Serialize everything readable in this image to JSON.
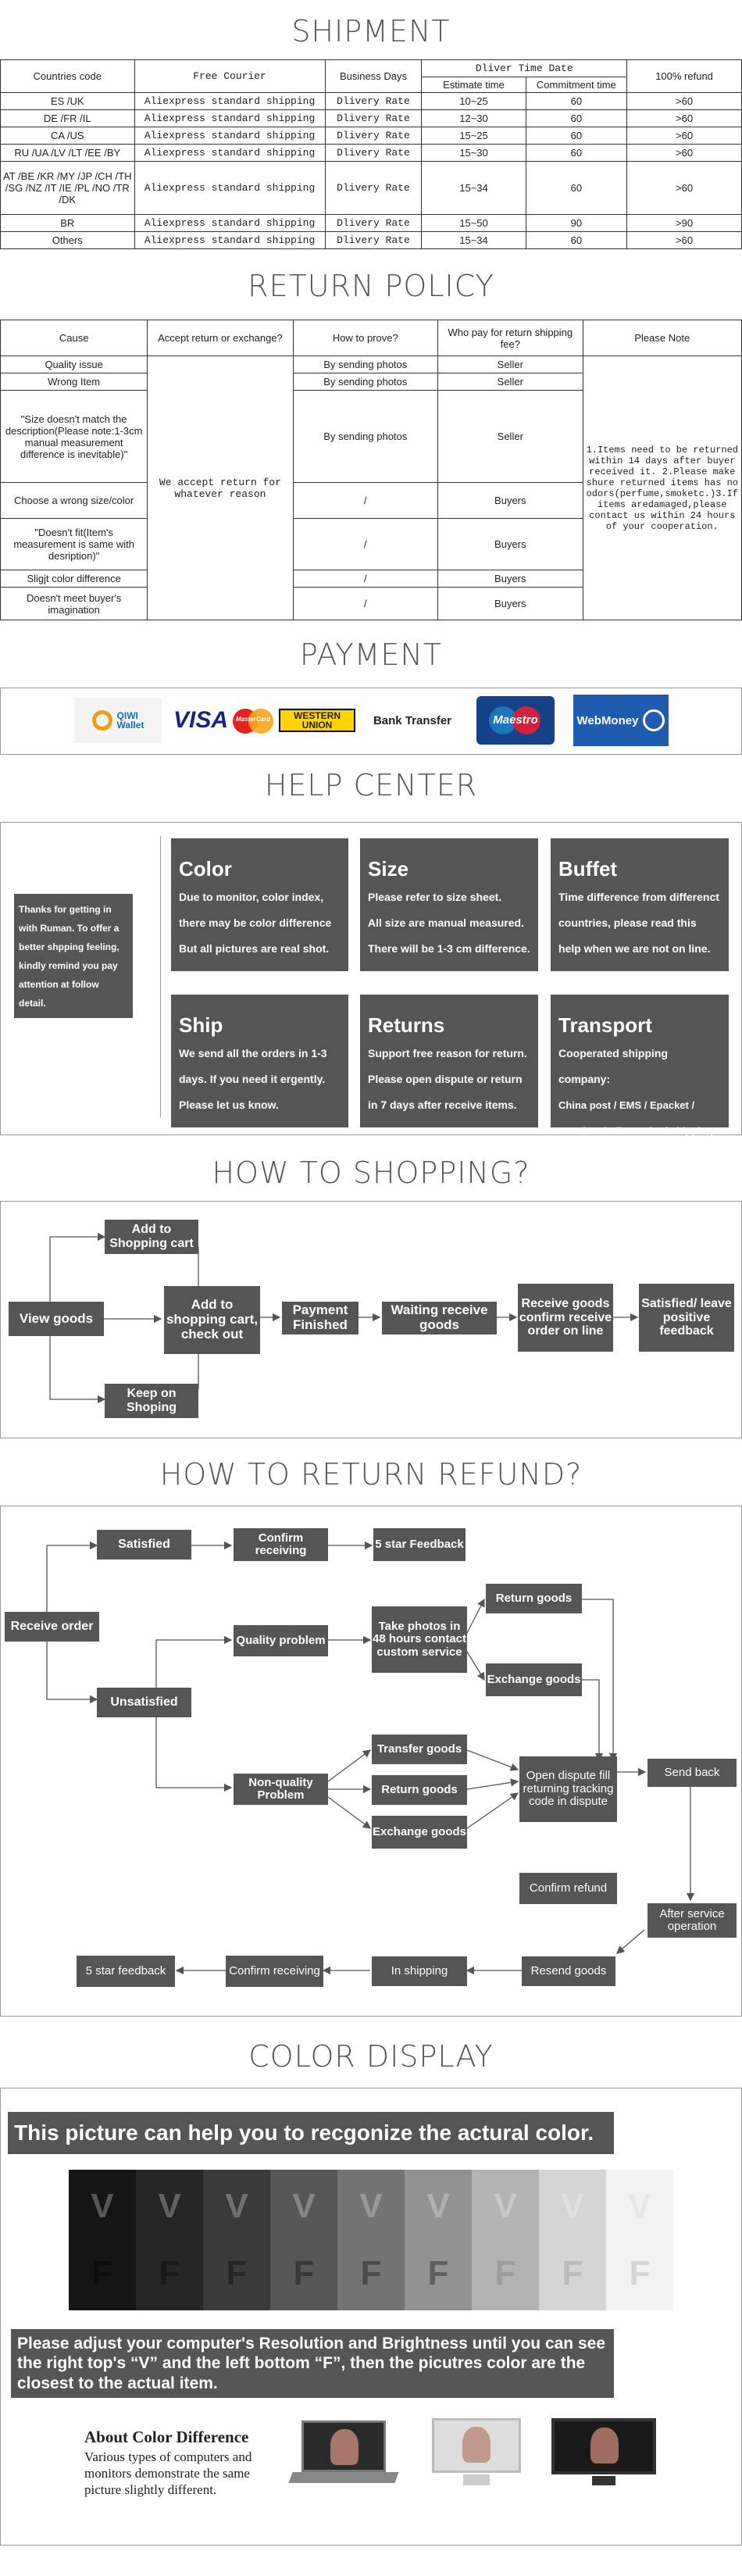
{
  "shipment": {
    "title": "SHIPMENT",
    "headers": {
      "countries": "Countries code",
      "courier": "Free Courier",
      "business": "Business Days",
      "delivery": "Dliver Time Date",
      "estimate": "Estimate time",
      "commitment": "Commitment time",
      "refund": "100% refund"
    },
    "rows": [
      {
        "country": "ES /UK",
        "courier": "Aliexpress standard shipping",
        "days": "Dlivery Rate",
        "est": "10~25",
        "com": "60",
        "ref": ">60"
      },
      {
        "country": "DE /FR /IL",
        "courier": "Aliexpress standard shipping",
        "days": "Dlivery Rate",
        "est": "12~30",
        "com": "60",
        "ref": ">60"
      },
      {
        "country": "CA /US",
        "courier": "Aliexpress standard shipping",
        "days": "Dlivery Rate",
        "est": "15~25",
        "com": "60",
        "ref": ">60"
      },
      {
        "country": "RU /UA /LV /LT /EE /BY",
        "courier": "Aliexpress standard shipping",
        "days": "Dlivery Rate",
        "est": "15~30",
        "com": "60",
        "ref": ">60"
      },
      {
        "country": "AT /BE /KR /MY /JP /CH /TH /SG /NZ /IT /IE /PL /NO /TR /DK",
        "courier": "Aliexpress standard shipping",
        "days": "Dlivery Rate",
        "est": "15~34",
        "com": "60",
        "ref": ">60"
      },
      {
        "country": "BR",
        "courier": "Aliexpress standard shipping",
        "days": "Dlivery Rate",
        "est": "15~50",
        "com": "90",
        "ref": ">90"
      },
      {
        "country": "Others",
        "courier": "Aliexpress standard shipping",
        "days": "Dlivery Rate",
        "est": "15~34",
        "com": "60",
        "ref": ">60"
      }
    ]
  },
  "return_policy": {
    "title": "RETURN POLICY",
    "headers": {
      "cause": "Cause",
      "accept": "Accept return or exchange?",
      "prove": "How to prove?",
      "who": "Who pay for return shipping fee?",
      "note": "Please Note"
    },
    "accept_text": "We accept return for whatever reason",
    "note_text": "1.Items need to be returned within 14 days after buyer received it. 2.Please make shure returned items has no odors(perfume,smoketc.)3.If items aredamaged,please contact us within 24 hours of your cooperation.",
    "rows": [
      {
        "cause": "Quality issue",
        "prove": "By sending photos",
        "who": "Seller"
      },
      {
        "cause": "Wrong Item",
        "prove": "By sending photos",
        "who": "Seller"
      },
      {
        "cause": "\"Size doesn't match the description(Please note:1-3cm manual measurement difference is inevitable)\"",
        "prove": "By sending photos",
        "who": "Seller"
      },
      {
        "cause": "Choose a wrong size/color",
        "prove": "/",
        "who": "Buyers"
      },
      {
        "cause": "\"Doesn't fit(Item's measurement is same with desription)\"",
        "prove": "/",
        "who": "Buyers"
      },
      {
        "cause": "Sligjt color difference",
        "prove": "/",
        "who": "Buyers"
      },
      {
        "cause": "Doesn't meet buyer's imagination",
        "prove": "/",
        "who": "Buyers"
      }
    ]
  },
  "payment": {
    "title": "PAYMENT",
    "logos": {
      "qiwi": "QIWI",
      "qiwi2": "Wallet",
      "visa": "VISA",
      "mastercard": "MasterCard",
      "wu1": "WESTERN",
      "wu2": "UNION",
      "bank": "Bank Transfer",
      "maestro": "Maestro",
      "webmoney": "WebMoney"
    }
  },
  "help_center": {
    "title": "HELP CENTER",
    "intro": "Thanks for getting in with Ruman. To offer a better shpping feeling, kindly remind you pay attention at follow detail.",
    "cards": [
      {
        "title": "Color",
        "lines": [
          "Due to monitor, color index,",
          "there may be color difference",
          "But all pictures are real shot."
        ]
      },
      {
        "title": "Size",
        "lines": [
          "Please refer to size sheet.",
          "All size are manual measured.",
          "There will be 1-3 cm difference."
        ]
      },
      {
        "title": "Buffet",
        "lines": [
          "Time difference from differenct",
          "countries, please read this",
          "help when we are not on line."
        ]
      },
      {
        "title": "Ship",
        "lines": [
          "We send all the orders in 1-3",
          "days. If you need it ergently.",
          "Please let us know."
        ]
      },
      {
        "title": "Returns",
        "lines": [
          "Support free reason for return.",
          "Please open dispute or return",
          "in 7 days after receive items."
        ]
      },
      {
        "title": "Transport",
        "lines": [
          "Cooperated shipping company:",
          "China post / EMS / Epacket /",
          "DHL / SF / Ali-standard shipping"
        ]
      }
    ]
  },
  "how_to_shop": {
    "title": "HOW TO SHOPPING?",
    "view": "View goods",
    "add_cart": "Add to Shopping cart",
    "keep": "Keep on Shoping",
    "checkout": "Add to shopping cart, check out",
    "payment": "Payment Finished",
    "waiting": "Waiting receive goods",
    "receive": "Receive goods confirm receive order on line",
    "satisfied": "Satisfied/ leave positive feedback"
  },
  "how_to_return": {
    "title": "HOW TO RETURN REFUND?",
    "receive_order": "Receive order",
    "satisfied": "Satisfied",
    "confirm_receiving": "Confirm receiving",
    "five_star": "5 star Feedback",
    "unsatisfied": "Unsatisfied",
    "quality": "Quality problem",
    "take_photos": "Take photos in 48 hours contact custom service",
    "return_goods": "Return goods",
    "exchange_goods": "Exchange goods",
    "non_quality": "Non-quality Problem",
    "transfer": "Transfer goods",
    "return_goods2": "Return goods",
    "exchange2": "Exchange goods",
    "open_dispute": "Open dispute fill returning tracking code in dispute",
    "send_back": "Send back",
    "confirm_refund": "Confirm refund",
    "after_service": "After service operation",
    "resend": "Resend goods",
    "in_shipping": "In shipping",
    "confirm_receiving2": "Confirm receiving",
    "five_star2": "5 star feedback"
  },
  "color_display": {
    "title": "COLOR DISPLAY",
    "banner": "This picture can help you to recgonize the actural color.",
    "v": "V",
    "f": "F",
    "adjust": "Please adjust your computer's Resolution and Brightness until you can see the right top's “V” and the left bottom “F”, then the picutres color are the closest to the actual item.",
    "about_title": "About Color Difference",
    "about_text": "Various types of computers and monitors demonstrate the same picture  slightly different.",
    "swatches": [
      "#151515",
      "#262626",
      "#3a3a3a",
      "#565656",
      "#747474",
      "#929292",
      "#b3b3b3",
      "#d5d5d5",
      "#f2f2f2"
    ]
  }
}
